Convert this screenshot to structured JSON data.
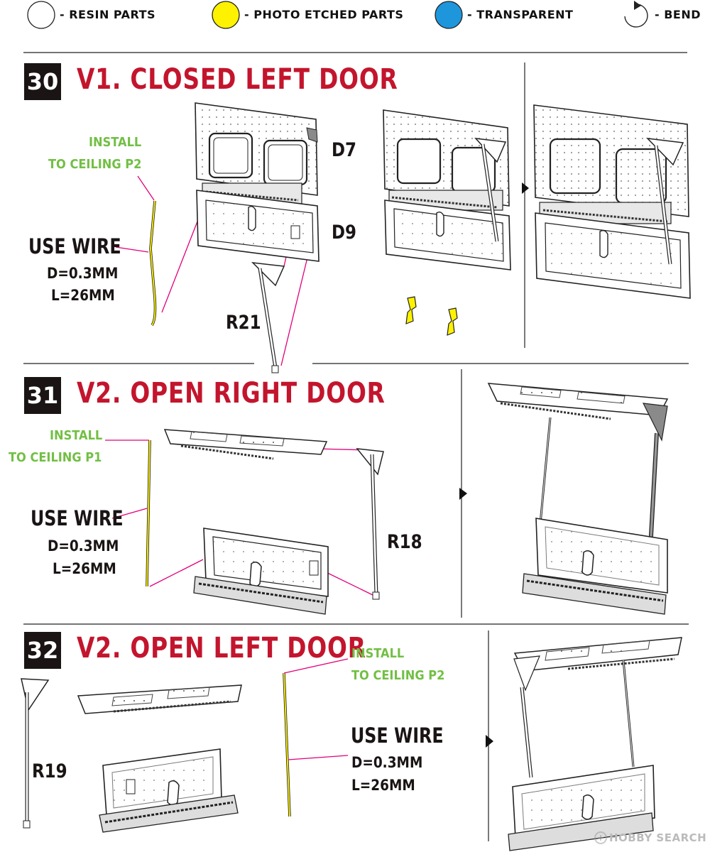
{
  "legend": {
    "resin": "- RESIN PARTS",
    "photo_etched": "- PHOTO ETCHED PARTS",
    "transparent": "- TRANSPARENT",
    "bend": "- BEND"
  },
  "colors": {
    "accent_red": "#c3152d",
    "install_green": "#72bf44",
    "photo_etched_yellow": "#fff200",
    "transparent_blue": "#1e96dc",
    "leader_magenta": "#e2007a"
  },
  "steps": [
    {
      "number": "30",
      "title": "V1. CLOSED LEFT DOOR",
      "install_line1": "INSTALL",
      "install_line2": "TO CEILING P2",
      "wire_label": "USE WIRE",
      "wire_d": "D=0.3MM",
      "wire_l": "L=26MM",
      "parts": [
        "D7",
        "D9",
        "R21"
      ]
    },
    {
      "number": "31",
      "title": "V2. OPEN RIGHT DOOR",
      "install_line1": "INSTALL",
      "install_line2": "TO CEILING P1",
      "wire_label": "USE WIRE",
      "wire_d": "D=0.3MM",
      "wire_l": "L=26MM",
      "parts": [
        "R18"
      ]
    },
    {
      "number": "32",
      "title": "V2. OPEN LEFT DOOR",
      "install_line1": "INSTALL",
      "install_line2": "TO CEILING P2",
      "wire_label": "USE WIRE",
      "wire_d": "D=0.3MM",
      "wire_l": "L=26MM",
      "parts": [
        "R19"
      ]
    }
  ],
  "watermark": "HOBBY SEARCH"
}
